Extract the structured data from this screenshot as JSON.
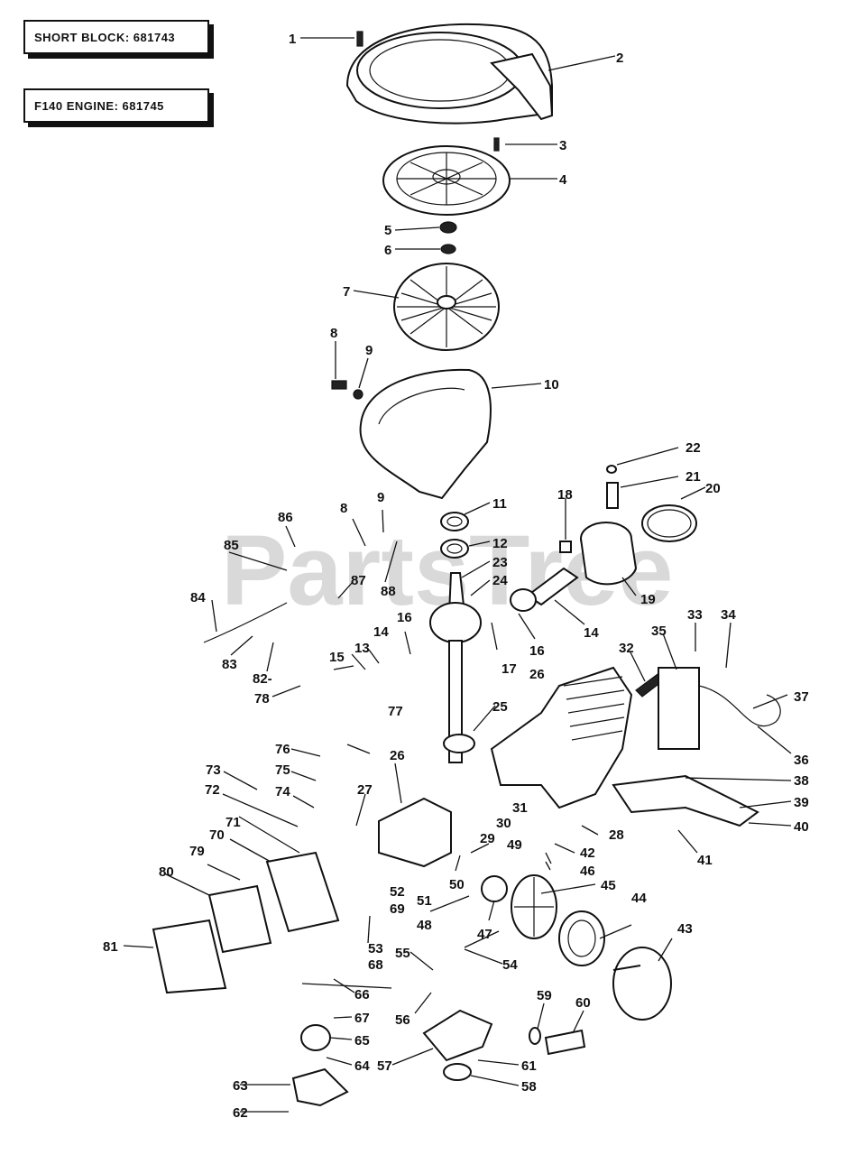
{
  "info_boxes": {
    "short_block": "SHORT BLOCK: 681743",
    "engine": "F140 ENGINE: 681745"
  },
  "watermark": "PartsTree",
  "parts": [
    "1",
    "2",
    "3",
    "4",
    "5",
    "6",
    "7",
    "8",
    "9",
    "10",
    "11",
    "12",
    "13",
    "14",
    "15",
    "16",
    "17",
    "18",
    "19",
    "20",
    "21",
    "22",
    "23",
    "24",
    "25",
    "26",
    "27",
    "28",
    "29",
    "30",
    "31",
    "32",
    "33",
    "34",
    "35",
    "36",
    "37",
    "38",
    "39",
    "40",
    "41",
    "42",
    "43",
    "44",
    "45",
    "46",
    "47",
    "48",
    "49",
    "50",
    "51",
    "52",
    "53",
    "54",
    "55",
    "56",
    "57",
    "58",
    "59",
    "60",
    "61",
    "62",
    "63",
    "64",
    "65",
    "66",
    "67",
    "68",
    "69",
    "70",
    "71",
    "72",
    "73",
    "74",
    "75",
    "76",
    "77",
    "78",
    "79",
    "80",
    "81",
    "82",
    "83",
    "84",
    "85",
    "86",
    "87",
    "88"
  ],
  "extra_labels": {
    "label_8b": "8",
    "label_9b": "9",
    "label_14b": "14",
    "label_16b": "16",
    "label_26b": "26",
    "label_82": "82-"
  }
}
